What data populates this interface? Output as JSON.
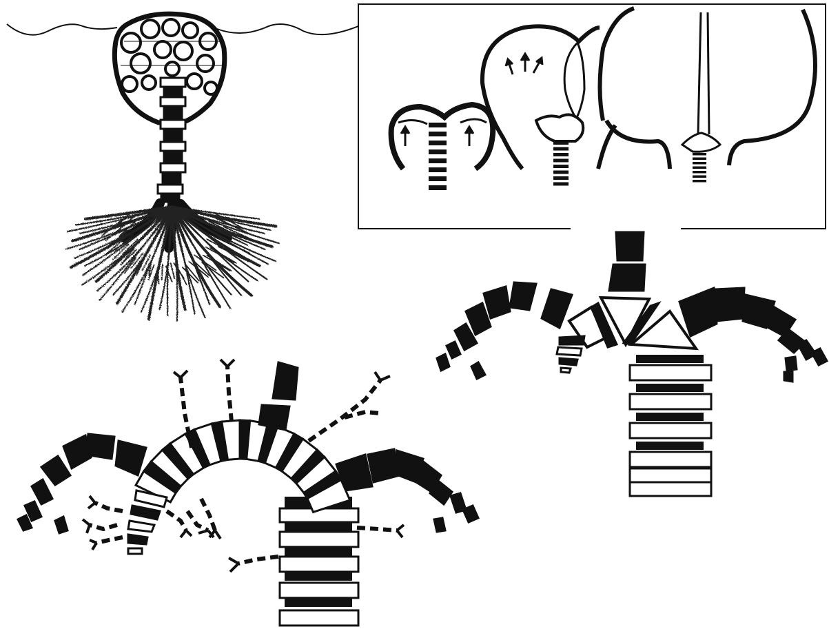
{
  "figure": {
    "ink_color": "#111111",
    "paper_color": "#ffffff",
    "panels": [
      {
        "key": "embryo",
        "description_icon": "sponge-embryo-with-roots-icon"
      },
      {
        "key": "inset",
        "description_icon": "growth-stages-inset-icon"
      },
      {
        "key": "right-plant",
        "description_icon": "segmented-plant-icon"
      },
      {
        "key": "left-plant",
        "description_icon": "branched-segmented-plant-icon"
      }
    ]
  }
}
